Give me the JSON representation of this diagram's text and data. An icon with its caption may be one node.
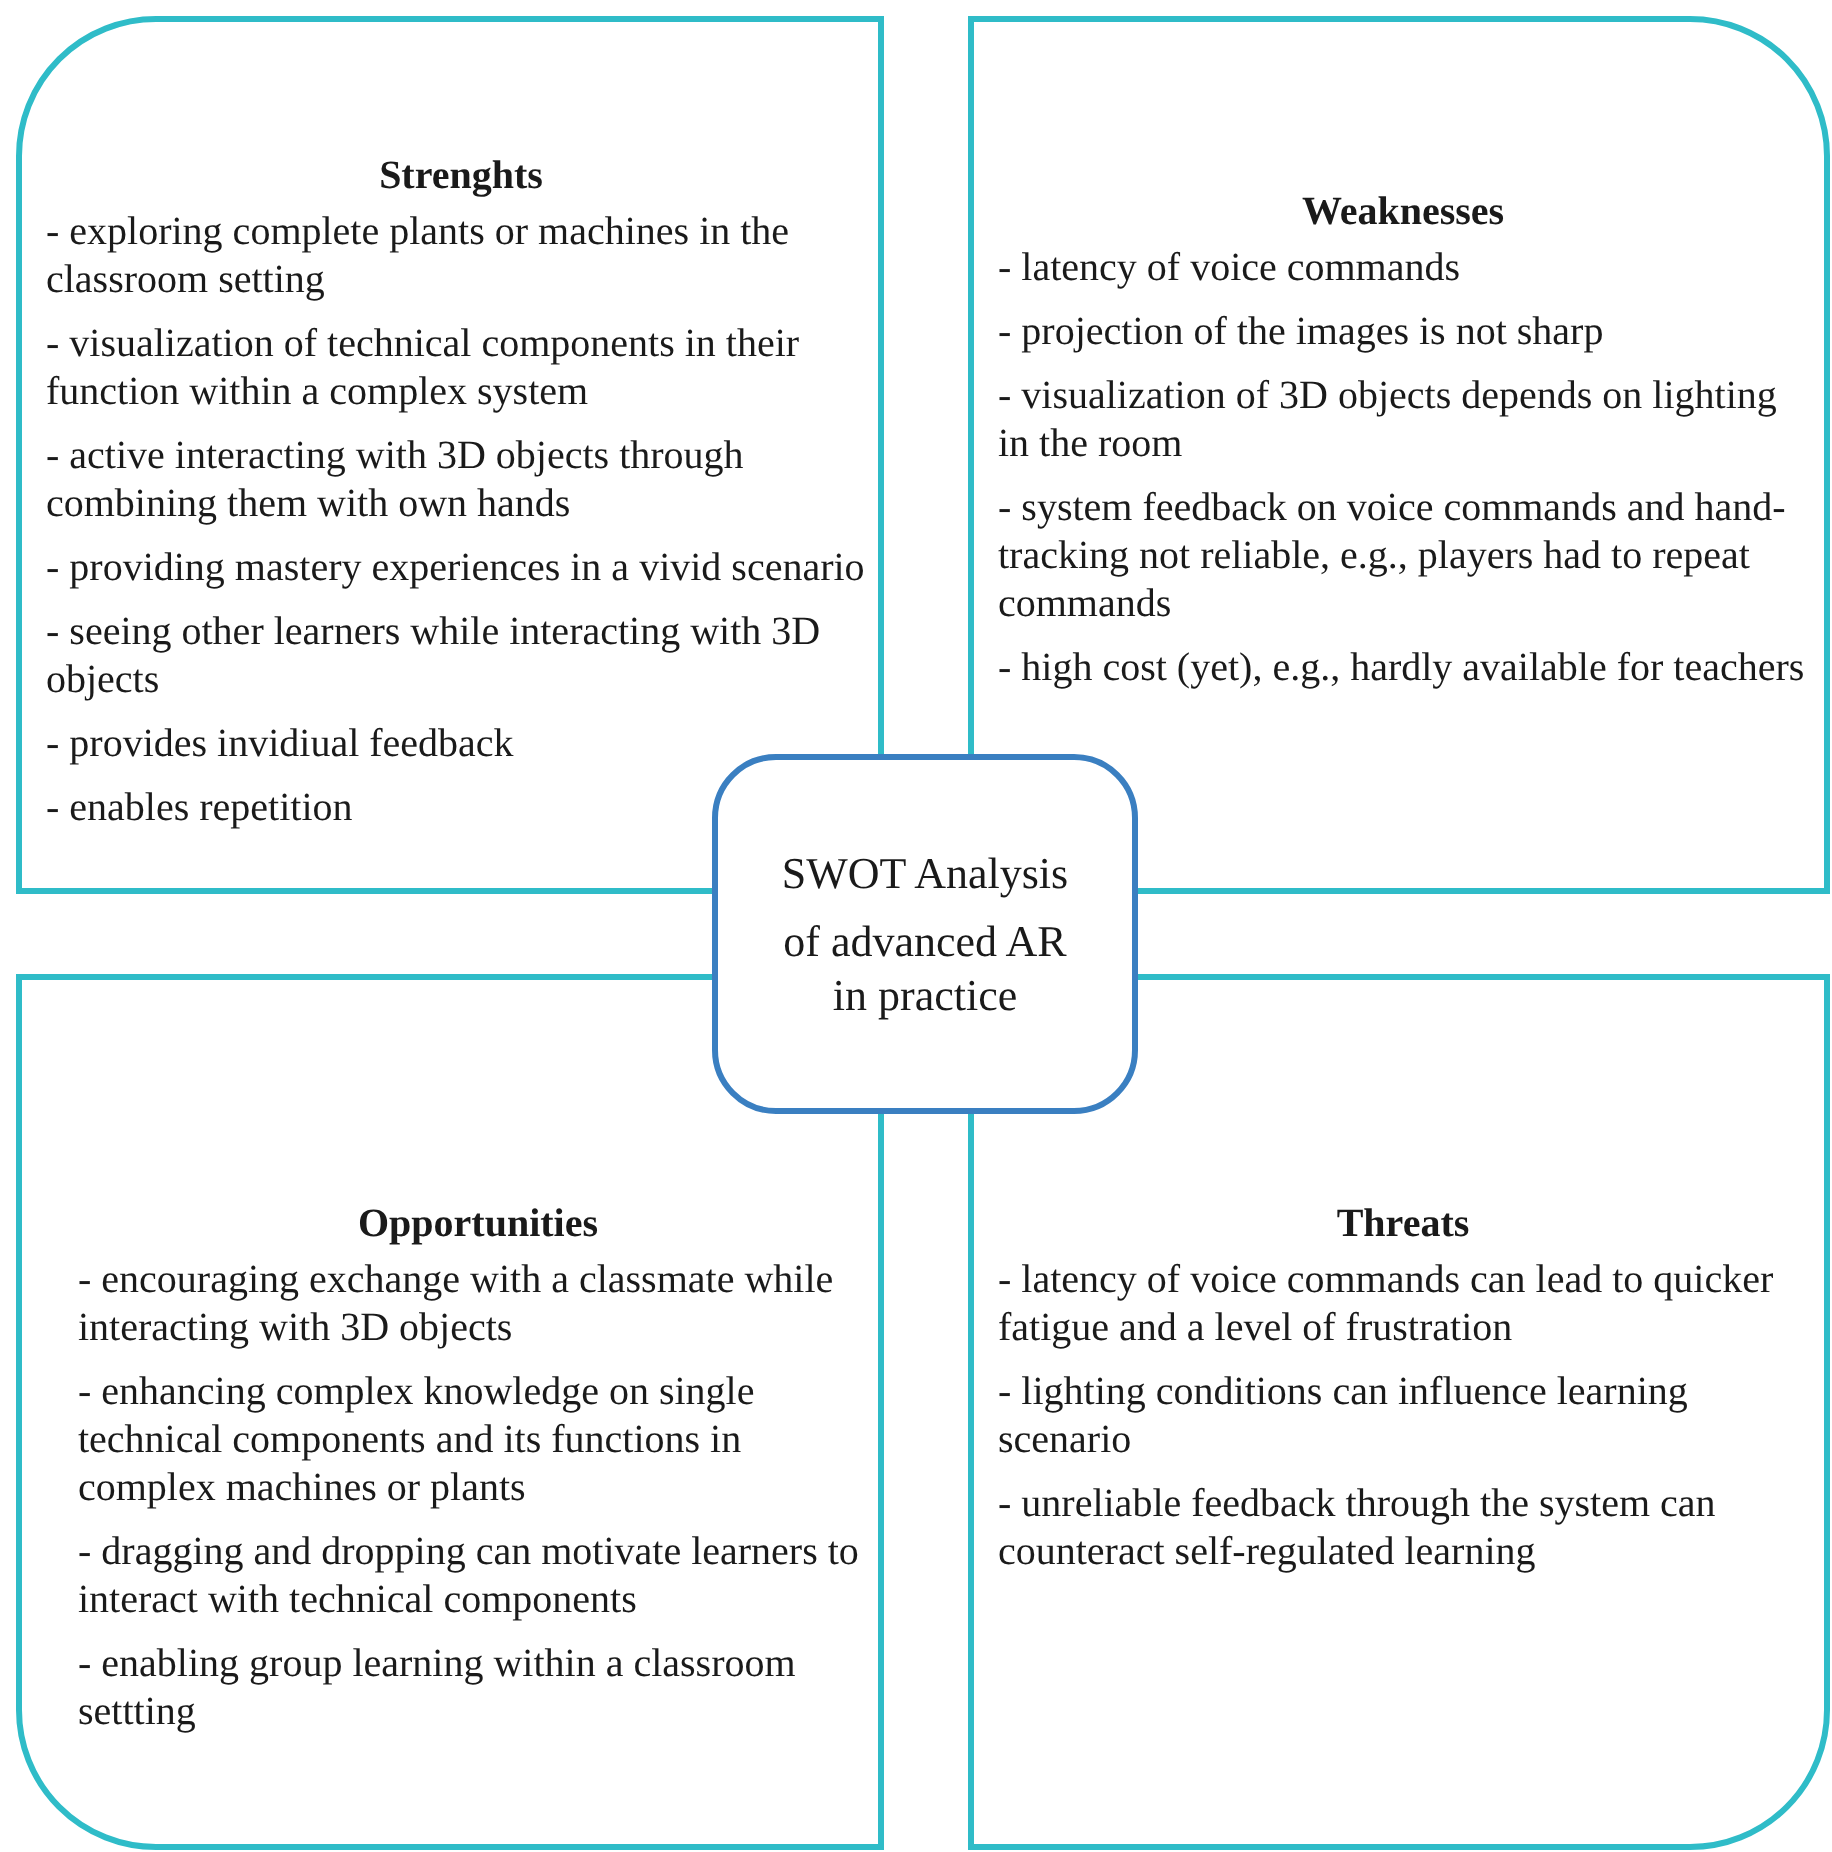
{
  "diagram": {
    "nodes": [
      {
        "text": [
          "Strenghts",
          "- exploring complete plants or machines in the classroom setting",
          "- visualization of technical components in their function within a complex system",
          "- active interacting with 3D objects through combining them with own hands",
          "- providing mastery experiences in a vivid scenario",
          "- seeing other learners while interacting with 3D objects",
          "- provides invidiual feedback",
          "- enables repetition"
        ]
      },
      {
        "text": [
          "Weaknesses",
          "- latency of voice commands",
          "- projection of the images is not sharp",
          "- visualization of 3D objects depends on lighting in the room",
          "- system feedback on voice commands and hand-tracking not reliable, e.g., players had to repeat commands",
          "- high cost (yet), e.g., hardly available for teachers"
        ]
      },
      {
        "text": [
          "SWOT Analysis",
          "of advanced AR in practice"
        ]
      },
      {
        "text": [
          "Opportunities",
          "- encouraging exchange with a classmate while interacting with 3D objects",
          "- enhancing complex knowledge on single technical components and its functions in complex machines or plants",
          "- dragging and dropping can motivate learners to interact with technical components",
          "- enabling group learning within a classroom settting"
        ]
      },
      {
        "text": [
          "Threats",
          "- latency of voice commands can lead to quicker fatigue and a level of frustration",
          "- lighting conditions can influence learning scenario",
          "- unreliable feedback through the system can counteract self-regulated learning"
        ]
      }
    ]
  }
}
